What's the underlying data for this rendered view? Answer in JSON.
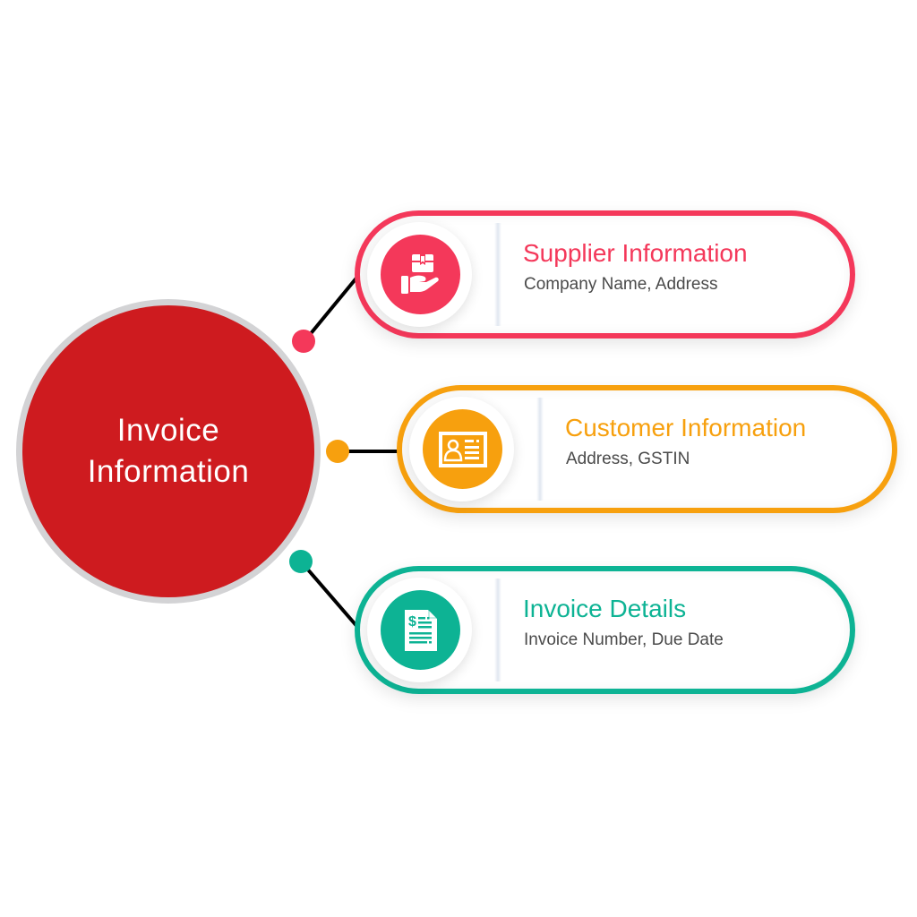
{
  "hub": {
    "title_line1": "Invoice",
    "title_line2": "Information",
    "color": "#ce1b1f"
  },
  "branches": [
    {
      "id": "supplier",
      "title": "Supplier Information",
      "description": "Company Name, Address",
      "icon": "hand-holding-box-icon",
      "color": "#f4385a"
    },
    {
      "id": "customer",
      "title": "Customer Information",
      "description": "Address, GSTIN",
      "icon": "id-card-icon",
      "color": "#f7a00e"
    },
    {
      "id": "invoice",
      "title": "Invoice Details",
      "description": "Invoice Number, Due Date",
      "icon": "invoice-document-icon",
      "color": "#0db394"
    }
  ]
}
